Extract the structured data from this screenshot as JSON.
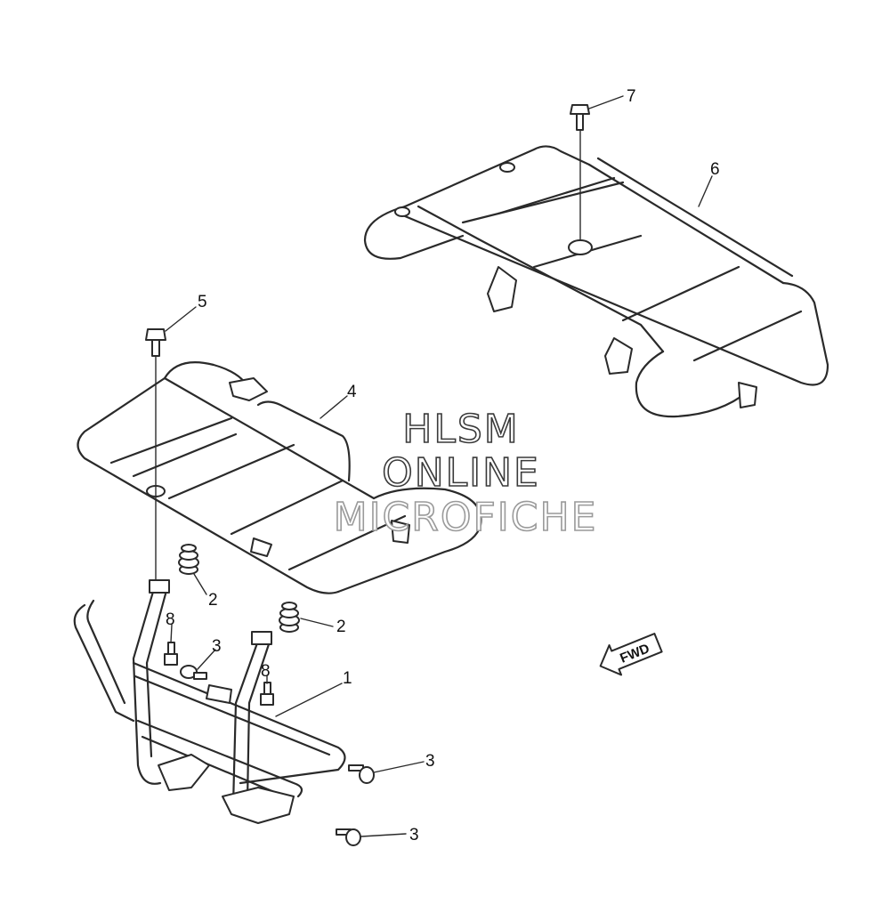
{
  "watermark": {
    "line1": "HLSM",
    "line2": "ONLINE",
    "line3": "MICROFICHE"
  },
  "direction_arrow": {
    "label": "FWD"
  },
  "callouts": [
    {
      "id": "c1",
      "label": "1"
    },
    {
      "id": "c2a",
      "label": "2"
    },
    {
      "id": "c2b",
      "label": "2"
    },
    {
      "id": "c3a",
      "label": "3"
    },
    {
      "id": "c3b",
      "label": "3"
    },
    {
      "id": "c3c",
      "label": "3"
    },
    {
      "id": "c4",
      "label": "4"
    },
    {
      "id": "c5",
      "label": "5"
    },
    {
      "id": "c6",
      "label": "6"
    },
    {
      "id": "c7",
      "label": "7"
    },
    {
      "id": "c8a",
      "label": "8"
    },
    {
      "id": "c8b",
      "label": "8"
    }
  ]
}
